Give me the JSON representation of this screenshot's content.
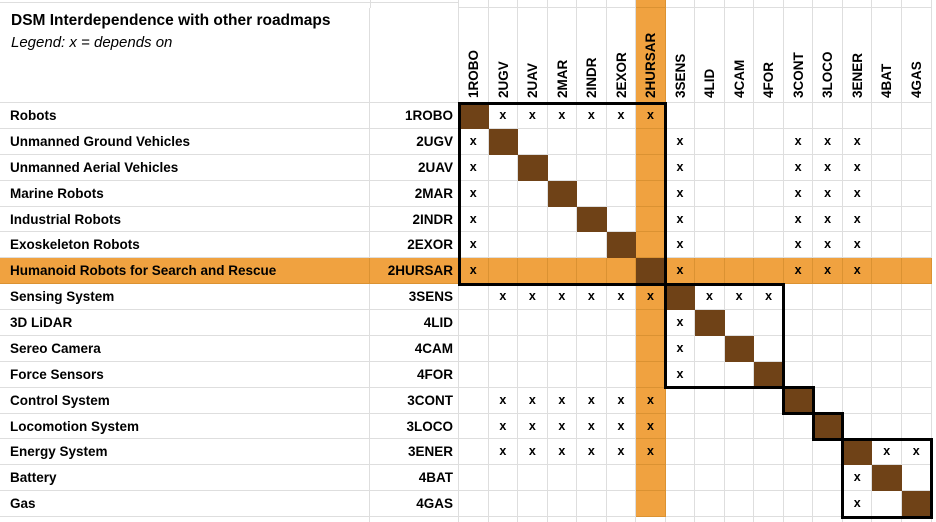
{
  "title": "DSM Interdependence with other roadmaps",
  "legend": "Legend: x = depends on",
  "mark": "x",
  "highlight_code": "2HURSAR",
  "colors": {
    "highlight": "#F0A240",
    "highlight_gridline": "#DB9232",
    "diagonal": "#6F4217",
    "gridline": "#DEDEDE",
    "block_border": "#000000",
    "text": "#000000",
    "background": "#FFFFFF"
  },
  "columns": [
    "1ROBO",
    "2UGV",
    "2UAV",
    "2MAR",
    "2INDR",
    "2EXOR",
    "2HURSAR",
    "3SENS",
    "4LID",
    "4CAM",
    "4FOR",
    "3CONT",
    "3LOCO",
    "3ENER",
    "4BAT",
    "4GAS"
  ],
  "rows": [
    {
      "label": "Robots",
      "code": "1ROBO",
      "depends_on": [
        "2UGV",
        "2UAV",
        "2MAR",
        "2INDR",
        "2EXOR",
        "2HURSAR"
      ]
    },
    {
      "label": "Unmanned Ground Vehicles",
      "code": "2UGV",
      "depends_on": [
        "1ROBO",
        "3SENS",
        "3CONT",
        "3LOCO",
        "3ENER"
      ]
    },
    {
      "label": "Unmanned Aerial Vehicles",
      "code": "2UAV",
      "depends_on": [
        "1ROBO",
        "3SENS",
        "3CONT",
        "3LOCO",
        "3ENER"
      ]
    },
    {
      "label": "Marine Robots",
      "code": "2MAR",
      "depends_on": [
        "1ROBO",
        "3SENS",
        "3CONT",
        "3LOCO",
        "3ENER"
      ]
    },
    {
      "label": "Industrial Robots",
      "code": "2INDR",
      "depends_on": [
        "1ROBO",
        "3SENS",
        "3CONT",
        "3LOCO",
        "3ENER"
      ]
    },
    {
      "label": "Exoskeleton Robots",
      "code": "2EXOR",
      "depends_on": [
        "1ROBO",
        "3SENS",
        "3CONT",
        "3LOCO",
        "3ENER"
      ]
    },
    {
      "label": "Humanoid Robots for Search and Rescue",
      "code": "2HURSAR",
      "depends_on": [
        "1ROBO",
        "3SENS",
        "3CONT",
        "3LOCO",
        "3ENER"
      ]
    },
    {
      "label": "Sensing System",
      "code": "3SENS",
      "depends_on": [
        "2UGV",
        "2UAV",
        "2MAR",
        "2INDR",
        "2EXOR",
        "2HURSAR",
        "4LID",
        "4CAM",
        "4FOR"
      ]
    },
    {
      "label": "3D LiDAR",
      "code": "4LID",
      "depends_on": [
        "3SENS"
      ]
    },
    {
      "label": "Sereo Camera",
      "code": "4CAM",
      "depends_on": [
        "3SENS"
      ]
    },
    {
      "label": "Force Sensors",
      "code": "4FOR",
      "depends_on": [
        "3SENS"
      ]
    },
    {
      "label": "Control System",
      "code": "3CONT",
      "depends_on": [
        "2UGV",
        "2UAV",
        "2MAR",
        "2INDR",
        "2EXOR",
        "2HURSAR"
      ]
    },
    {
      "label": "Locomotion System",
      "code": "3LOCO",
      "depends_on": [
        "2UGV",
        "2UAV",
        "2MAR",
        "2INDR",
        "2EXOR",
        "2HURSAR"
      ]
    },
    {
      "label": "Energy System",
      "code": "3ENER",
      "depends_on": [
        "2UGV",
        "2UAV",
        "2MAR",
        "2INDR",
        "2EXOR",
        "2HURSAR",
        "4BAT",
        "4GAS"
      ]
    },
    {
      "label": "Battery",
      "code": "4BAT",
      "depends_on": [
        "3ENER"
      ]
    },
    {
      "label": "Gas",
      "code": "4GAS",
      "depends_on": [
        "3ENER"
      ]
    }
  ],
  "blocks": [
    {
      "rows": [
        0,
        6
      ],
      "cols": [
        0,
        6
      ]
    },
    {
      "rows": [
        7,
        10
      ],
      "cols": [
        7,
        10
      ]
    },
    {
      "rows": [
        11,
        11
      ],
      "cols": [
        11,
        11
      ]
    },
    {
      "rows": [
        12,
        12
      ],
      "cols": [
        12,
        12
      ]
    },
    {
      "rows": [
        13,
        15
      ],
      "cols": [
        13,
        15
      ]
    }
  ]
}
